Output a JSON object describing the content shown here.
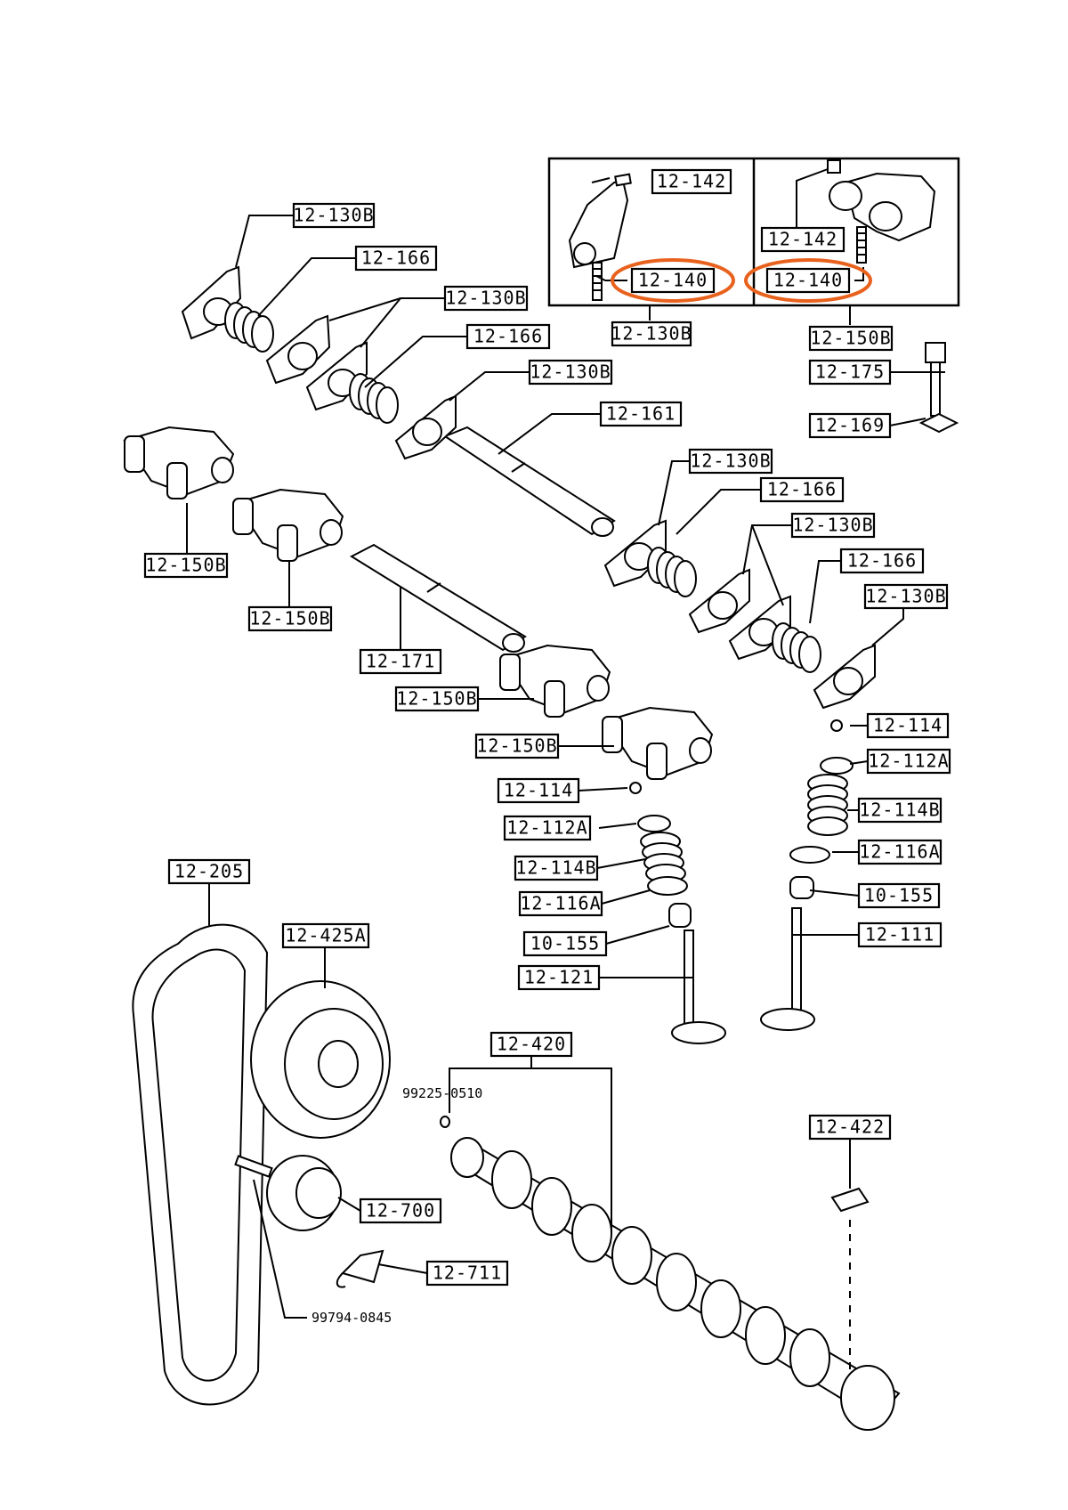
{
  "labels": {
    "inset_left_142": "12-142",
    "inset_left_140": "12-140",
    "inset_right_142": "12-142",
    "inset_right_140": "12-140",
    "inset_left_caption": "12-130B",
    "inset_right_caption": "12-150B",
    "l_130b_1": "12-130B",
    "l_166_1": "12-166",
    "l_130b_2": "12-130B",
    "l_166_2": "12-166",
    "l_130b_3": "12-130B",
    "l_161": "12-161",
    "l_175": "12-175",
    "l_169": "12-169",
    "l_130b_4": "12-130B",
    "l_166_3": "12-166",
    "l_130b_5": "12-130B",
    "l_166_4": "12-166",
    "l_130b_6": "12-130B",
    "l_150b_1": "12-150B",
    "l_150b_2": "12-150B",
    "l_171": "12-171",
    "l_150b_3": "12-150B",
    "l_150b_4": "12-150B",
    "l_114_r": "12-114",
    "l_112a_r": "12-112A",
    "l_114b_r": "12-114B",
    "l_116a_r": "12-116A",
    "l_155_r": "10-155",
    "l_111": "12-111",
    "l_114_l": "12-114",
    "l_112a_l": "12-112A",
    "l_114b_l": "12-114B",
    "l_116a_l": "12-116A",
    "l_155_l": "10-155",
    "l_121": "12-121",
    "l_205": "12-205",
    "l_425a": "12-425A",
    "l_420": "12-420",
    "l_422": "12-422",
    "l_700": "12-700",
    "l_711": "12-711",
    "plain_key": "99225-0510",
    "plain_bolt": "99794-0845"
  },
  "highlight_color": "#e8621e"
}
